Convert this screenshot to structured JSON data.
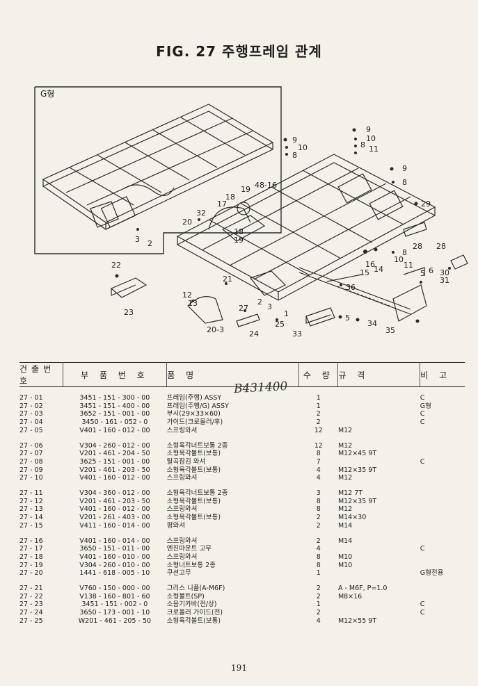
{
  "page": {
    "title": "FIG. 27 주행프레임 관계",
    "page_number": "191",
    "handwritten_note": "B431400"
  },
  "figure": {
    "inset_label": "G형",
    "callouts": [
      "9",
      "10",
      "8",
      "9",
      "10",
      "8",
      "11",
      "9",
      "8",
      "29",
      "8",
      "28",
      "28",
      "10",
      "11",
      "16",
      "14",
      "15",
      "5",
      "6",
      "30",
      "31",
      "2",
      "3",
      "20",
      "32",
      "17",
      "18",
      "19",
      "48-16",
      "18",
      "19",
      "2",
      "3",
      "22",
      "23",
      "21",
      "12",
      "13",
      "20-3",
      "27",
      "24",
      "25",
      "1",
      "33",
      "34",
      "35",
      "36",
      "5"
    ]
  },
  "table": {
    "headers": [
      "건출번호",
      "부 품 번 호",
      "품 명",
      "수 량",
      "규 격",
      "비 고"
    ],
    "groups": [
      [
        {
          "no": "27 - 01",
          "part": "3451 - 151 - 300 - 00",
          "name": "프레임(주행) ASSY",
          "qty": "1",
          "spec": "",
          "note": "C"
        },
        {
          "no": "27 - 02",
          "part": "3451 - 151 - 400 - 00",
          "name": "프레임(주행/G) ASSY",
          "qty": "1",
          "spec": "",
          "note": "G형"
        },
        {
          "no": "27 - 03",
          "part": "3652 - 151 - 001 - 00",
          "name": "부시(29×33×60)",
          "qty": "2",
          "spec": "",
          "note": "C"
        },
        {
          "no": "27 - 04",
          "part": "3450 - 161 - 052 - 0",
          "name": "가이드(크로올러/후)",
          "qty": "2",
          "spec": "",
          "note": "C"
        },
        {
          "no": "27 - 05",
          "part": "V401 - 160 - 012 - 00",
          "name": "스프링와셔",
          "qty": "12",
          "spec": "M12",
          "note": ""
        }
      ],
      [
        {
          "no": "27 - 06",
          "part": "V304 - 260 - 012 - 00",
          "name": "소형육각너트보통 2종",
          "qty": "12",
          "spec": "M12",
          "note": ""
        },
        {
          "no": "27 - 07",
          "part": "V201 - 461 - 204 - 50",
          "name": "소형육각볼트(보통)",
          "qty": "8",
          "spec": "M12×45 9T",
          "note": ""
        },
        {
          "no": "27 - 08",
          "part": "3625 - 151 - 001 - 00",
          "name": "탈곡잠김 와셔",
          "qty": "7",
          "spec": "",
          "note": "C"
        },
        {
          "no": "27 - 09",
          "part": "V201 - 461 - 203 - 50",
          "name": "소형육각볼트(보통)",
          "qty": "4",
          "spec": "M12×35 9T",
          "note": ""
        },
        {
          "no": "27 - 10",
          "part": "V401 - 160 - 012 - 00",
          "name": "스프링와셔",
          "qty": "4",
          "spec": "M12",
          "note": ""
        }
      ],
      [
        {
          "no": "27 - 11",
          "part": "V304 - 360 - 012 - 00",
          "name": "소형육각너트보통 2종",
          "qty": "3",
          "spec": "M12 7T",
          "note": ""
        },
        {
          "no": "27 - 12",
          "part": "V201 - 461 - 203 - 50",
          "name": "소형육각볼트(보통)",
          "qty": "8",
          "spec": "M12×35 9T",
          "note": ""
        },
        {
          "no": "27 - 13",
          "part": "V401 - 160 - 012 - 00",
          "name": "스프링와셔",
          "qty": "8",
          "spec": "M12",
          "note": ""
        },
        {
          "no": "27 - 14",
          "part": "V201 - 261 - 403 - 00",
          "name": "소형육각볼트(보통)",
          "qty": "2",
          "spec": "M14×30",
          "note": ""
        },
        {
          "no": "27 - 15",
          "part": "V411 - 160 - 014 - 00",
          "name": "평와셔",
          "qty": "2",
          "spec": "M14",
          "note": ""
        }
      ],
      [
        {
          "no": "27 - 16",
          "part": "V401 - 160 - 014 - 00",
          "name": "스프링와셔",
          "qty": "2",
          "spec": "M14",
          "note": ""
        },
        {
          "no": "27 - 17",
          "part": "3650 - 151 - 011 - 00",
          "name": "엔진마운트 고무",
          "qty": "4",
          "spec": "",
          "note": "C"
        },
        {
          "no": "27 - 18",
          "part": "V401 - 160 - 010 - 00",
          "name": "스프링와셔",
          "qty": "8",
          "spec": "M10",
          "note": ""
        },
        {
          "no": "27 - 19",
          "part": "V304 - 260 - 010 - 00",
          "name": "소형너트보통 2종",
          "qty": "8",
          "spec": "M10",
          "note": ""
        },
        {
          "no": "27 - 20",
          "part": "1441 - 618 - 005 - 10",
          "name": "쿠션고무",
          "qty": "1",
          "spec": "",
          "note": "G형전용"
        }
      ],
      [
        {
          "no": "27 - 21",
          "part": "V760 - 150 - 000 - 00",
          "name": "그리스 니플(A-M6F)",
          "qty": "2",
          "spec": "A - M6F,  P=1.0",
          "note": ""
        },
        {
          "no": "27 - 22",
          "part": "V138 - 160 - 801 - 60",
          "name": "소형볼트(SP)",
          "qty": "2",
          "spec": "M8×16",
          "note": ""
        },
        {
          "no": "27 - 23",
          "part": "3451 - 151 - 002 - 0",
          "name": "소음기카바(전/상)",
          "qty": "1",
          "spec": "",
          "note": "C"
        },
        {
          "no": "27 - 24",
          "part": "3650 - 173 - 001 - 10",
          "name": "크로올러 가이드(전)",
          "qty": "2",
          "spec": "",
          "note": "C"
        },
        {
          "no": "27 - 25",
          "part": "W201 - 461 - 205 - 50",
          "name": "소형육각볼트(보통)",
          "qty": "4",
          "spec": "M12×55 9T",
          "note": ""
        }
      ]
    ]
  }
}
